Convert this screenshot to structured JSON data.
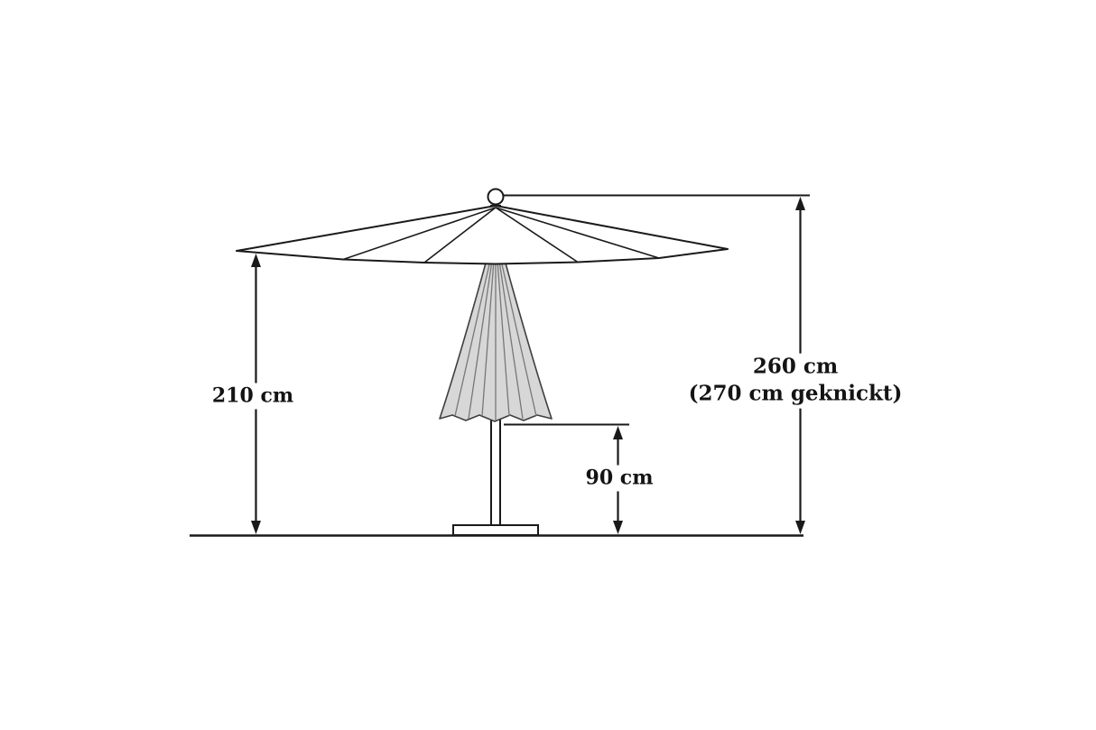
{
  "diagram": {
    "type": "dimension-drawing",
    "subject": "parasol (garden umbrella) shown open and folded with dimension arrows",
    "labels": {
      "canopy_height": "210 cm",
      "total_height": "260 cm",
      "total_height_note": "(270 cm geknickt)",
      "clearance_height": "90 cm"
    },
    "colors": {
      "line": "#1a1a1a",
      "folded_canopy_fill": "#d7d7d7",
      "folded_canopy_stroke": "#3f3f3f",
      "fold_line": "#777777",
      "background": "#ffffff"
    }
  }
}
